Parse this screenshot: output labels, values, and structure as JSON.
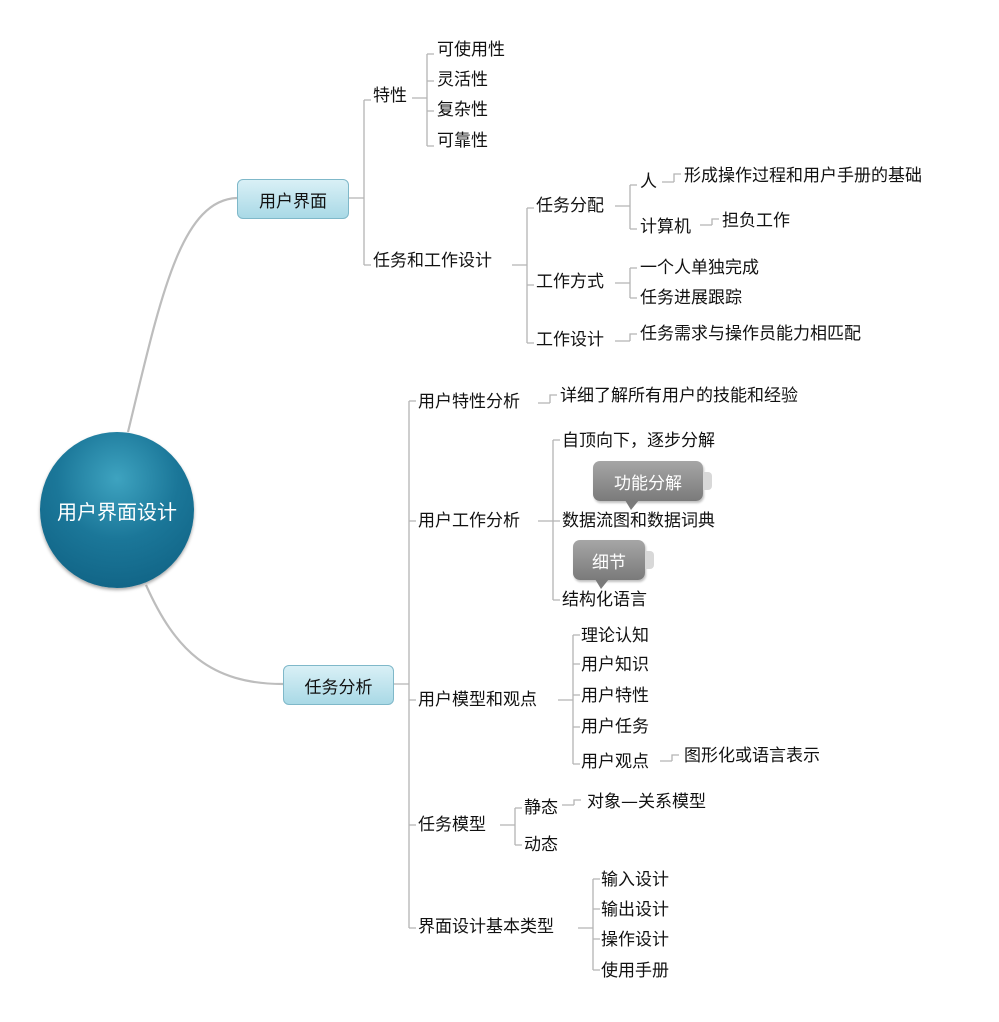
{
  "root": {
    "label": "用户界面设计"
  },
  "branches": {
    "ui": {
      "label": "用户界面",
      "features": {
        "label": "特性",
        "items": [
          "可使用性",
          "灵活性",
          "复杂性",
          "可靠性"
        ]
      },
      "task_work": {
        "label": "任务和工作设计",
        "task_allocation": {
          "label": "任务分配",
          "human": {
            "label": "人",
            "note": "形成操作过程和用户手册的基础"
          },
          "computer": {
            "label": "计算机",
            "note": "担负工作"
          }
        },
        "work_mode": {
          "label": "工作方式",
          "items": [
            "一个人单独完成",
            "任务进展跟踪"
          ]
        },
        "work_design": {
          "label": "工作设计",
          "note": "任务需求与操作员能力相匹配"
        }
      }
    },
    "task": {
      "label": "任务分析",
      "user_features": {
        "label": "用户特性分析",
        "note": "详细了解所有用户的技能和经验"
      },
      "user_work": {
        "label": "用户工作分析",
        "items": [
          "自顶向下，逐步分解",
          "数据流图和数据词典",
          "结构化语言"
        ],
        "callouts": [
          "功能分解",
          "细节"
        ]
      },
      "user_model": {
        "label": "用户模型和观点",
        "items": [
          "理论认知",
          "用户知识",
          "用户特性",
          "用户任务",
          "用户观点"
        ],
        "view_note": "图形化或语言表示"
      },
      "task_model": {
        "label": "任务模型",
        "static": {
          "label": "静态",
          "note": "对象—关系模型"
        },
        "dynamic": {
          "label": "动态"
        }
      },
      "ui_types": {
        "label": "界面设计基本类型",
        "items": [
          "输入设计",
          "输出设计",
          "操作设计",
          "使用手册"
        ]
      }
    }
  }
}
